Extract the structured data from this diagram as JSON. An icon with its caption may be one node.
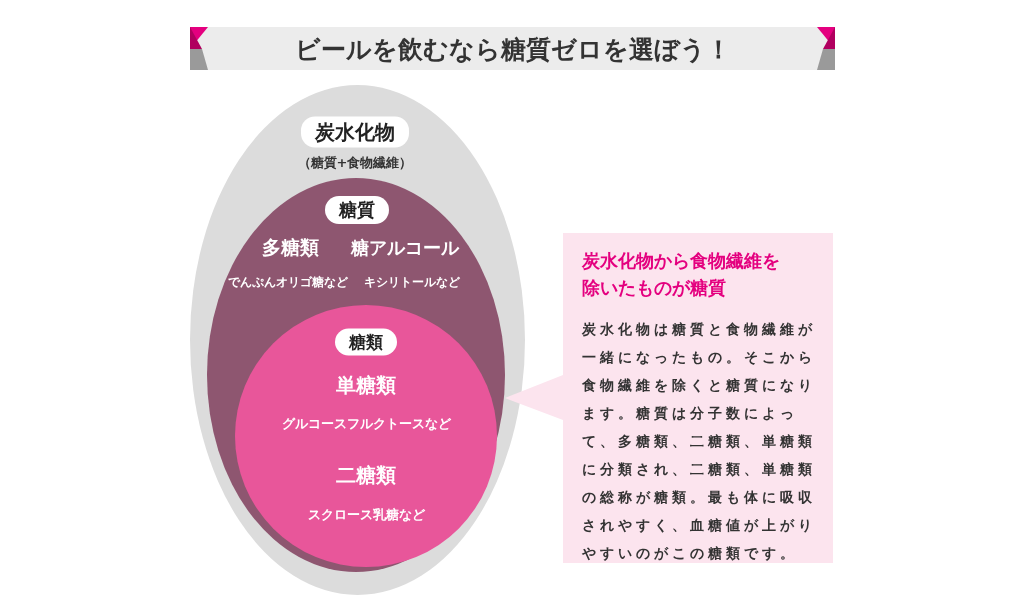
{
  "diagram": {
    "title": "ビールを飲むなら糖質ゼロを選ぼう！",
    "nodes": [
      {
        "text": [
          "炭水化物",
          "（糖質+食物繊維）"
        ]
      },
      {
        "text": [
          "糖質",
          "多糖類",
          "でんぷんオリゴ糖など",
          "糖アルコール",
          "キシリトールなど"
        ],
        "in": 0
      },
      {
        "text": [
          "糖類",
          "単糖類",
          "グルコースフルクトースなど",
          "二糖類",
          "スクロース乳糖など"
        ],
        "in": 1
      },
      {
        "text": [
          "炭水化物から食物繊維を除いたものが糖質",
          "炭水化物は糖質と食物繊維が一緒になったもの。そこから食物繊維を除くと糖質になります。糖質は分子数によって、多糖類、二糖類、単糖類に分類され、二糖類、単糖類の総称が糖類。最も体に吸収されやすく、血糖値が上がりやすいのがこの糖類です。"
        ]
      }
    ]
  }
}
